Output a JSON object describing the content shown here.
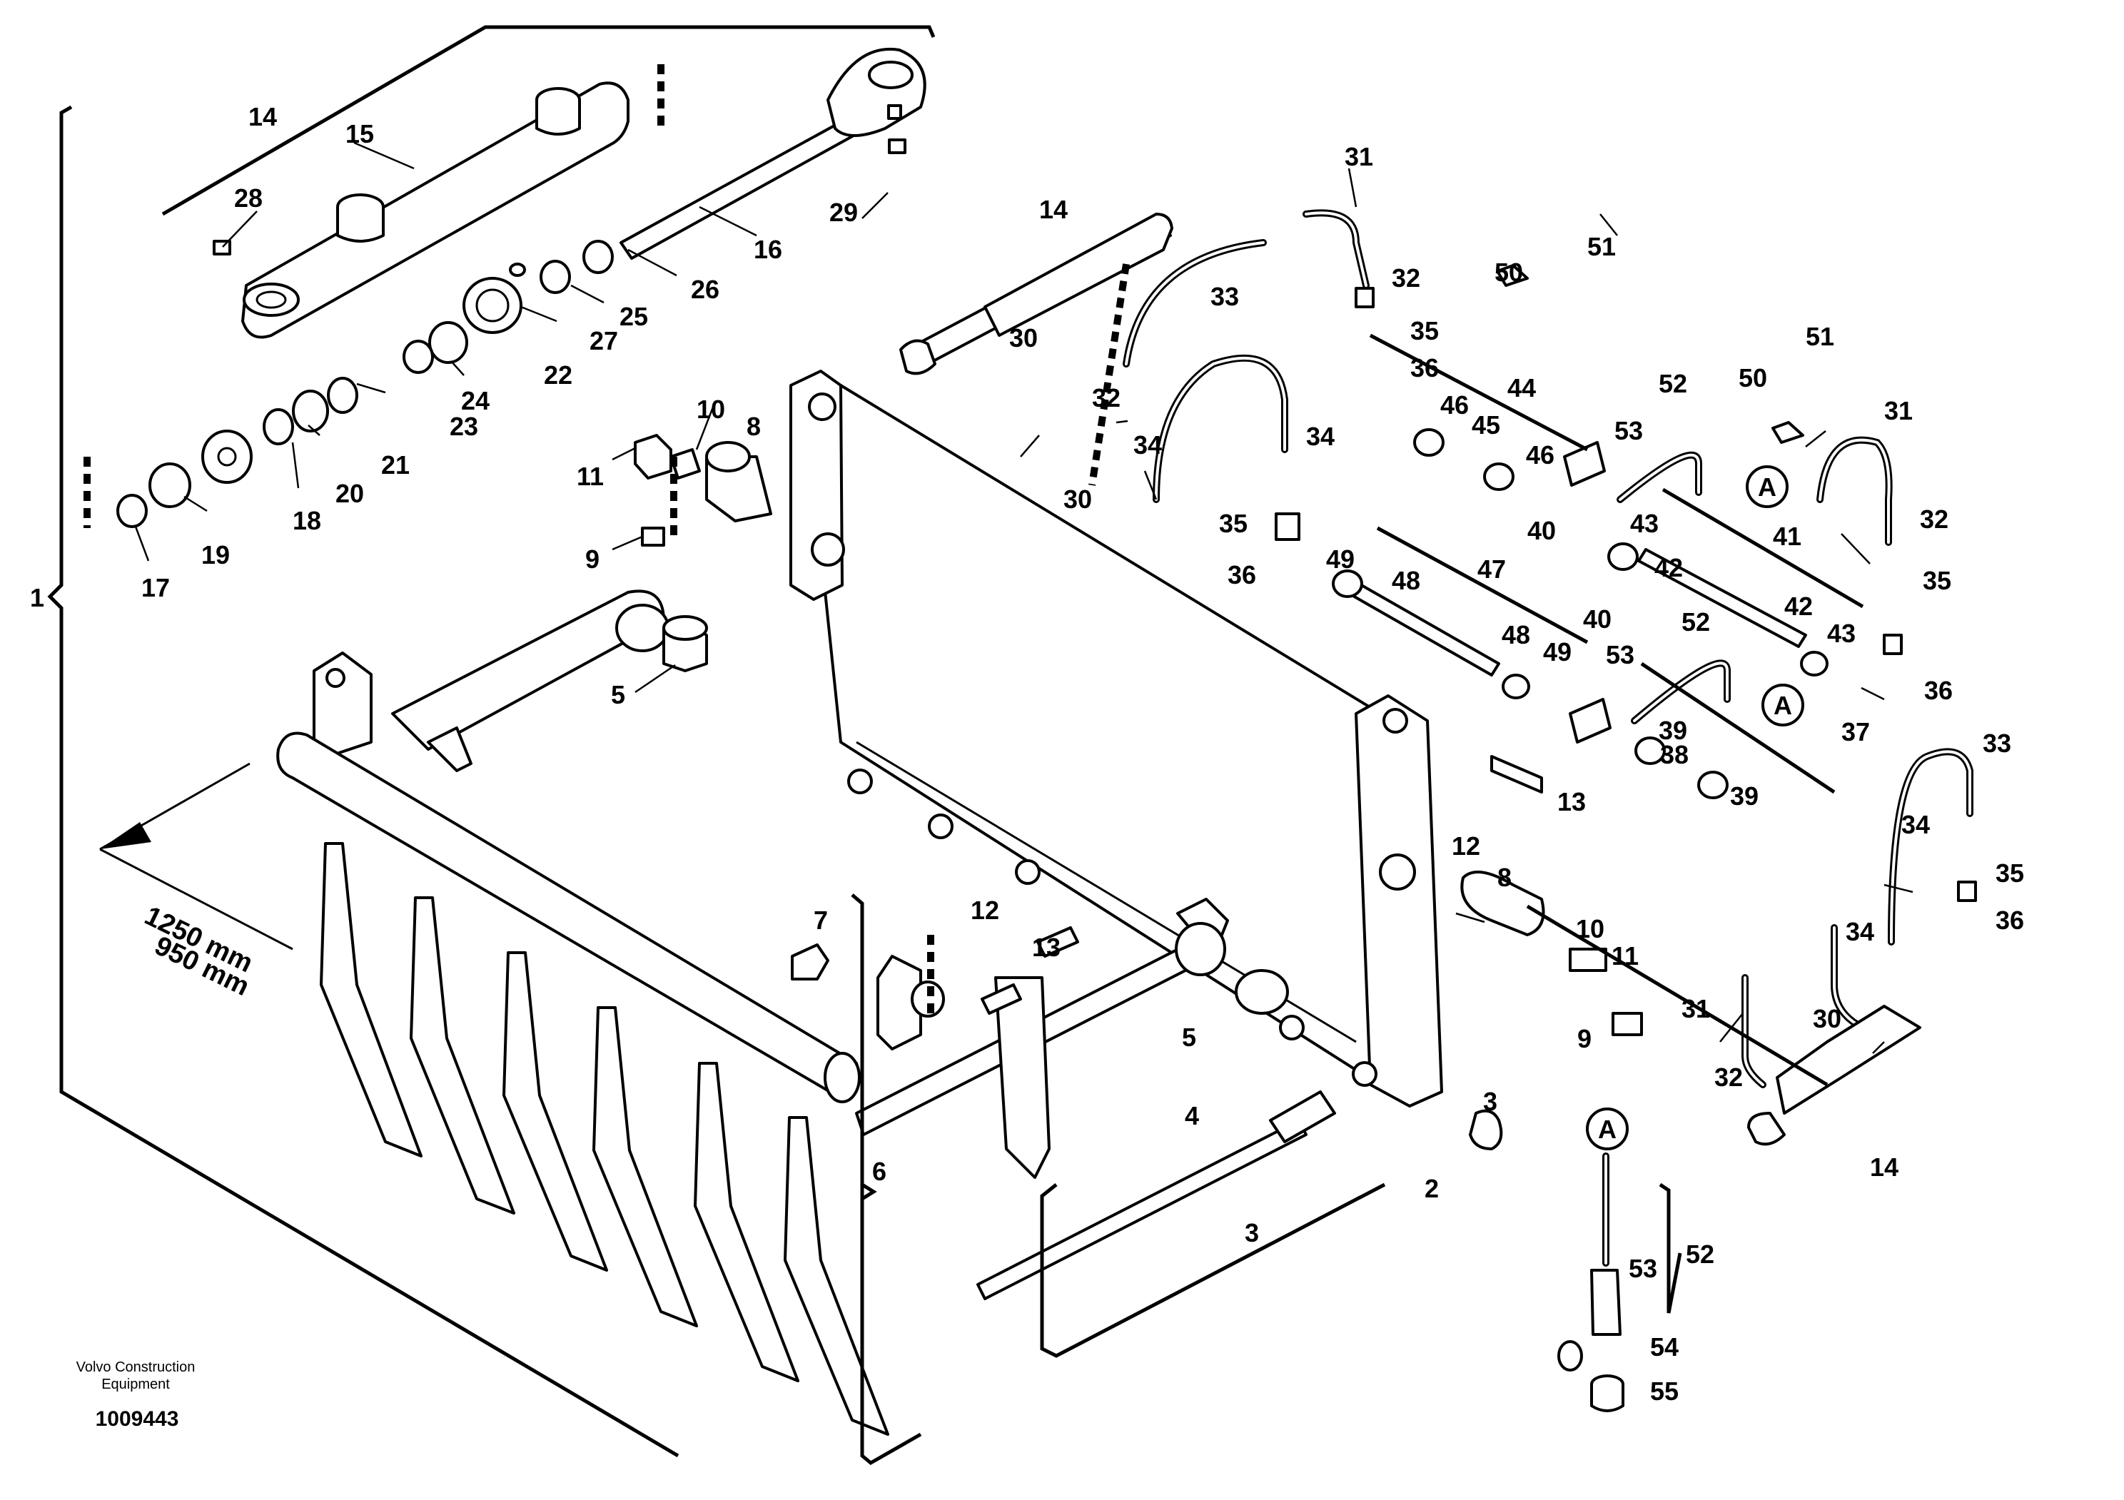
{
  "diagram": {
    "dimension_labels": [
      "1250 mm",
      "950 mm"
    ],
    "manufacturer": [
      "Volvo Construction",
      "Equipment"
    ],
    "drawing_number": "1009443",
    "callouts": [
      {
        "id": "c1",
        "label": "1"
      },
      {
        "id": "c14a",
        "label": "14"
      },
      {
        "id": "c15",
        "label": "15"
      },
      {
        "id": "c28",
        "label": "28"
      },
      {
        "id": "c29",
        "label": "29"
      },
      {
        "id": "c16",
        "label": "16"
      },
      {
        "id": "c26",
        "label": "26"
      },
      {
        "id": "c25",
        "label": "25"
      },
      {
        "id": "c27",
        "label": "27"
      },
      {
        "id": "c22",
        "label": "22"
      },
      {
        "id": "c24",
        "label": "24"
      },
      {
        "id": "c23",
        "label": "23"
      },
      {
        "id": "c21",
        "label": "21"
      },
      {
        "id": "c20",
        "label": "20"
      },
      {
        "id": "c18",
        "label": "18"
      },
      {
        "id": "c19",
        "label": "19"
      },
      {
        "id": "c17",
        "label": "17"
      },
      {
        "id": "c11a",
        "label": "11"
      },
      {
        "id": "c10a",
        "label": "10"
      },
      {
        "id": "c8a",
        "label": "8"
      },
      {
        "id": "c9a",
        "label": "9"
      },
      {
        "id": "c5a",
        "label": "5"
      },
      {
        "id": "c14b",
        "label": "14"
      },
      {
        "id": "c30a",
        "label": "30"
      },
      {
        "id": "c32a",
        "label": "32"
      },
      {
        "id": "c34a",
        "label": "34"
      },
      {
        "id": "c30b",
        "label": "30"
      },
      {
        "id": "c33a",
        "label": "33"
      },
      {
        "id": "c34b",
        "label": "34"
      },
      {
        "id": "c35a",
        "label": "35"
      },
      {
        "id": "c36a",
        "label": "36"
      },
      {
        "id": "c31a",
        "label": "31"
      },
      {
        "id": "c32b",
        "label": "32"
      },
      {
        "id": "c35b",
        "label": "35"
      },
      {
        "id": "c36b",
        "label": "36"
      },
      {
        "id": "c50a",
        "label": "50"
      },
      {
        "id": "c51a",
        "label": "51"
      },
      {
        "id": "c44",
        "label": "44"
      },
      {
        "id": "c46a",
        "label": "46"
      },
      {
        "id": "c45",
        "label": "45"
      },
      {
        "id": "c46b",
        "label": "46"
      },
      {
        "id": "c52a",
        "label": "52"
      },
      {
        "id": "c53a",
        "label": "53"
      },
      {
        "id": "c40a",
        "label": "40"
      },
      {
        "id": "c43a",
        "label": "43"
      },
      {
        "id": "c42a",
        "label": "42"
      },
      {
        "id": "c41",
        "label": "41"
      },
      {
        "id": "c50b",
        "label": "50"
      },
      {
        "id": "c51b",
        "label": "51"
      },
      {
        "id": "c31b",
        "label": "31"
      },
      {
        "id": "c32c",
        "label": "32"
      },
      {
        "id": "c35c",
        "label": "35"
      },
      {
        "id": "c42b",
        "label": "42"
      },
      {
        "id": "c43b",
        "label": "43"
      },
      {
        "id": "c36c",
        "label": "36"
      },
      {
        "id": "c49a",
        "label": "49"
      },
      {
        "id": "c48a",
        "label": "48"
      },
      {
        "id": "c47",
        "label": "47"
      },
      {
        "id": "c48b",
        "label": "48"
      },
      {
        "id": "c49b",
        "label": "49"
      },
      {
        "id": "c40b",
        "label": "40"
      },
      {
        "id": "c53b",
        "label": "53"
      },
      {
        "id": "c52b",
        "label": "52"
      },
      {
        "id": "c39a",
        "label": "39"
      },
      {
        "id": "c38",
        "label": "38"
      },
      {
        "id": "c39b",
        "label": "39"
      },
      {
        "id": "c37",
        "label": "37"
      },
      {
        "id": "c33b",
        "label": "33"
      },
      {
        "id": "c34c",
        "label": "34"
      },
      {
        "id": "c35d",
        "label": "35"
      },
      {
        "id": "c36d",
        "label": "36"
      },
      {
        "id": "c34d",
        "label": "34"
      },
      {
        "id": "c30c",
        "label": "30"
      },
      {
        "id": "c31c",
        "label": "31"
      },
      {
        "id": "c32d",
        "label": "32"
      },
      {
        "id": "c14c",
        "label": "14"
      },
      {
        "id": "c13a",
        "label": "13"
      },
      {
        "id": "c12a",
        "label": "12"
      },
      {
        "id": "c8b",
        "label": "8"
      },
      {
        "id": "c10b",
        "label": "10"
      },
      {
        "id": "c11b",
        "label": "11"
      },
      {
        "id": "c9b",
        "label": "9"
      },
      {
        "id": "c3a",
        "label": "3"
      },
      {
        "id": "c2",
        "label": "2"
      },
      {
        "id": "c3b",
        "label": "3"
      },
      {
        "id": "c4",
        "label": "4"
      },
      {
        "id": "c5b",
        "label": "5"
      },
      {
        "id": "c12b",
        "label": "12"
      },
      {
        "id": "c13b",
        "label": "13"
      },
      {
        "id": "c7",
        "label": "7"
      },
      {
        "id": "c6",
        "label": "6"
      },
      {
        "id": "c52c",
        "label": "52"
      },
      {
        "id": "c53c",
        "label": "53"
      },
      {
        "id": "c54",
        "label": "54"
      },
      {
        "id": "c55",
        "label": "55"
      }
    ],
    "connector_marks": [
      {
        "id": "ma1",
        "label": "A"
      },
      {
        "id": "ma2",
        "label": "A"
      },
      {
        "id": "ma3",
        "label": "A"
      }
    ]
  }
}
